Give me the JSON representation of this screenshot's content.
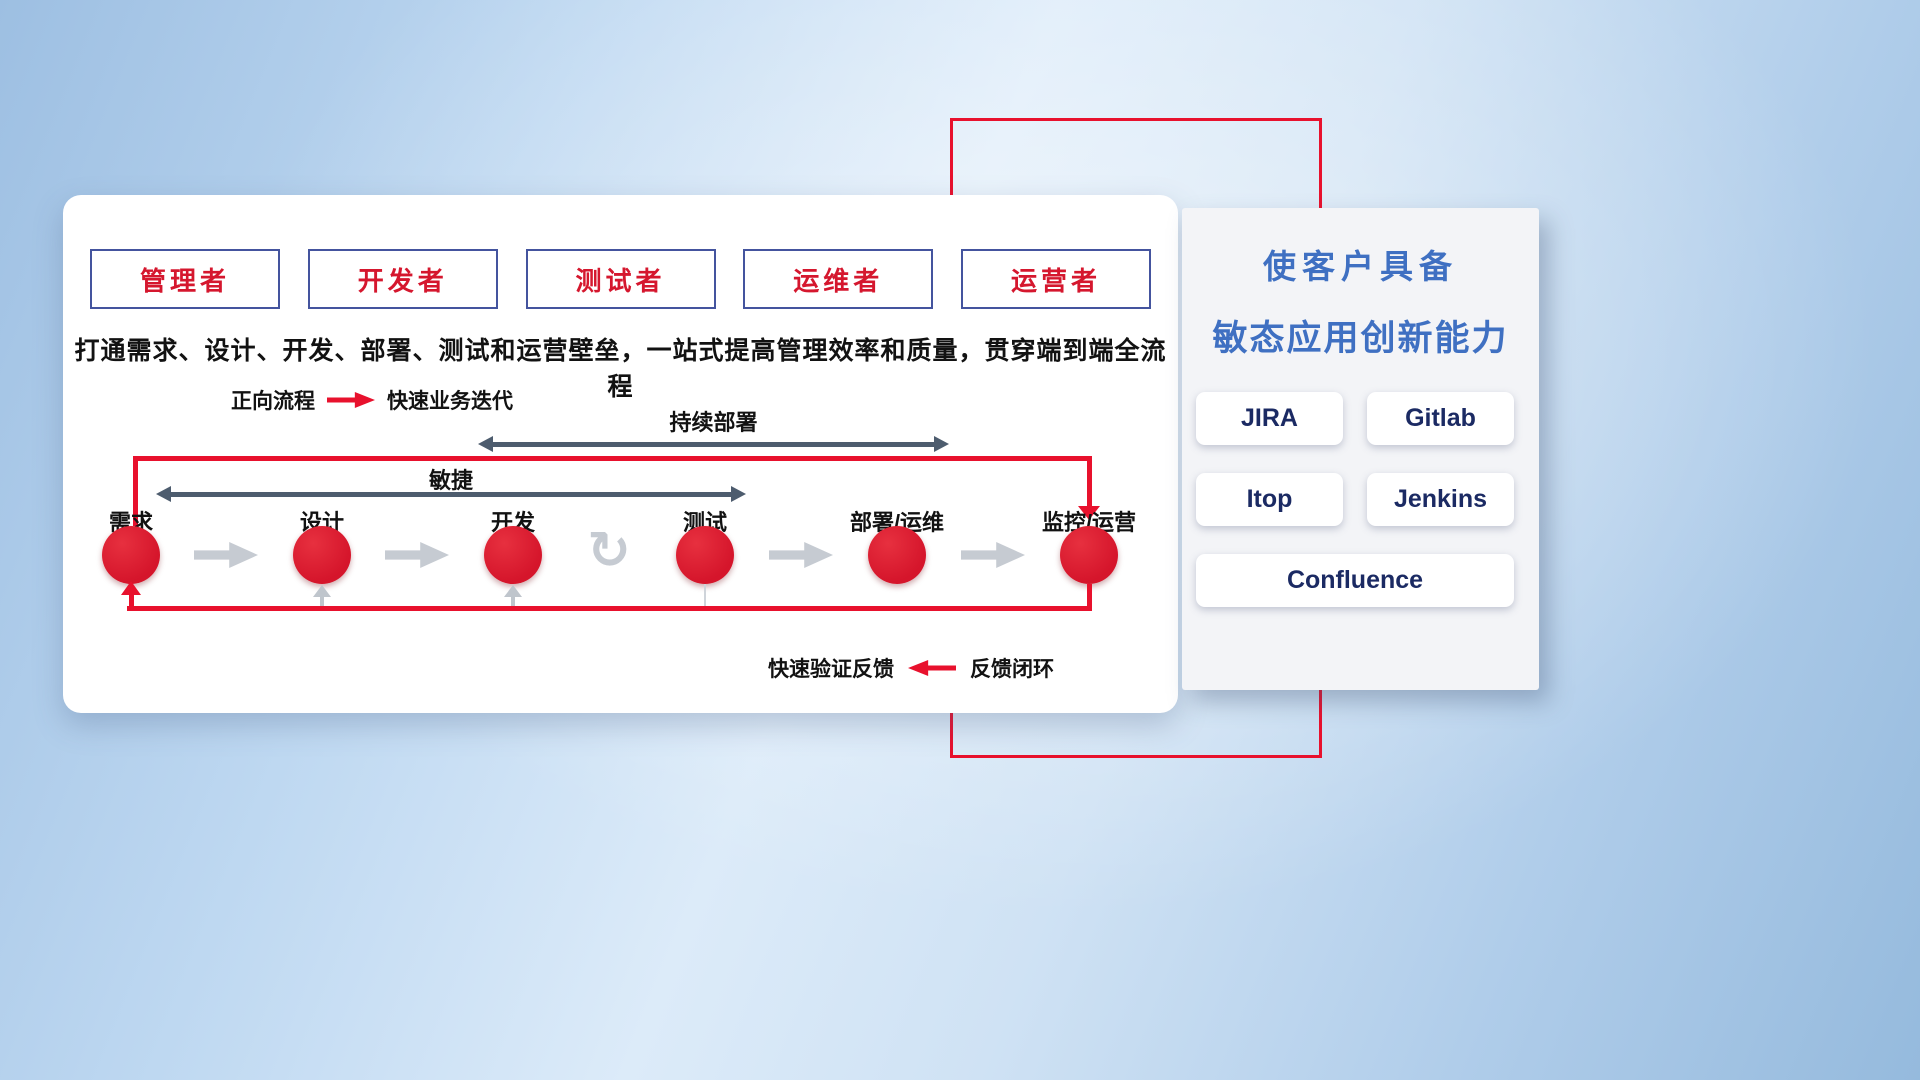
{
  "main_panel": {
    "roles": [
      "管理者",
      "开发者",
      "测试者",
      "运维者",
      "运营者"
    ],
    "subtitle": "打通需求、设计、开发、部署、测试和运营壁垒，一站式提高管理效率和质量，贯穿端到端全流程",
    "legend_forward": {
      "label": "正向流程",
      "desc": "快速业务迭代"
    },
    "legend_feedback": {
      "label": "快速验证反馈",
      "desc": "反馈闭环"
    },
    "flow": {
      "stages": [
        "需求",
        "设计",
        "开发",
        "测试",
        "部署/运维",
        "监控/运营"
      ],
      "agile_label": "敏捷",
      "continuous_deployment_label": "持续部署",
      "iteration_icon": "↻"
    }
  },
  "side_panel": {
    "title_line1": "使客户具备",
    "title_line2": "敏态应用创新能力",
    "tools": [
      "JIRA",
      "Gitlab",
      "Itop",
      "Jenkins",
      "Confluence"
    ]
  },
  "colors": {
    "accent_red": "#e8112d",
    "circle_red": "#d5152b",
    "title_blue": "#3f70c2",
    "tool_text_navy": "#1b2a63",
    "arrow_slate": "#4d5c6e",
    "role_text_red": "#d5172e",
    "role_border_navy": "#44549e"
  }
}
